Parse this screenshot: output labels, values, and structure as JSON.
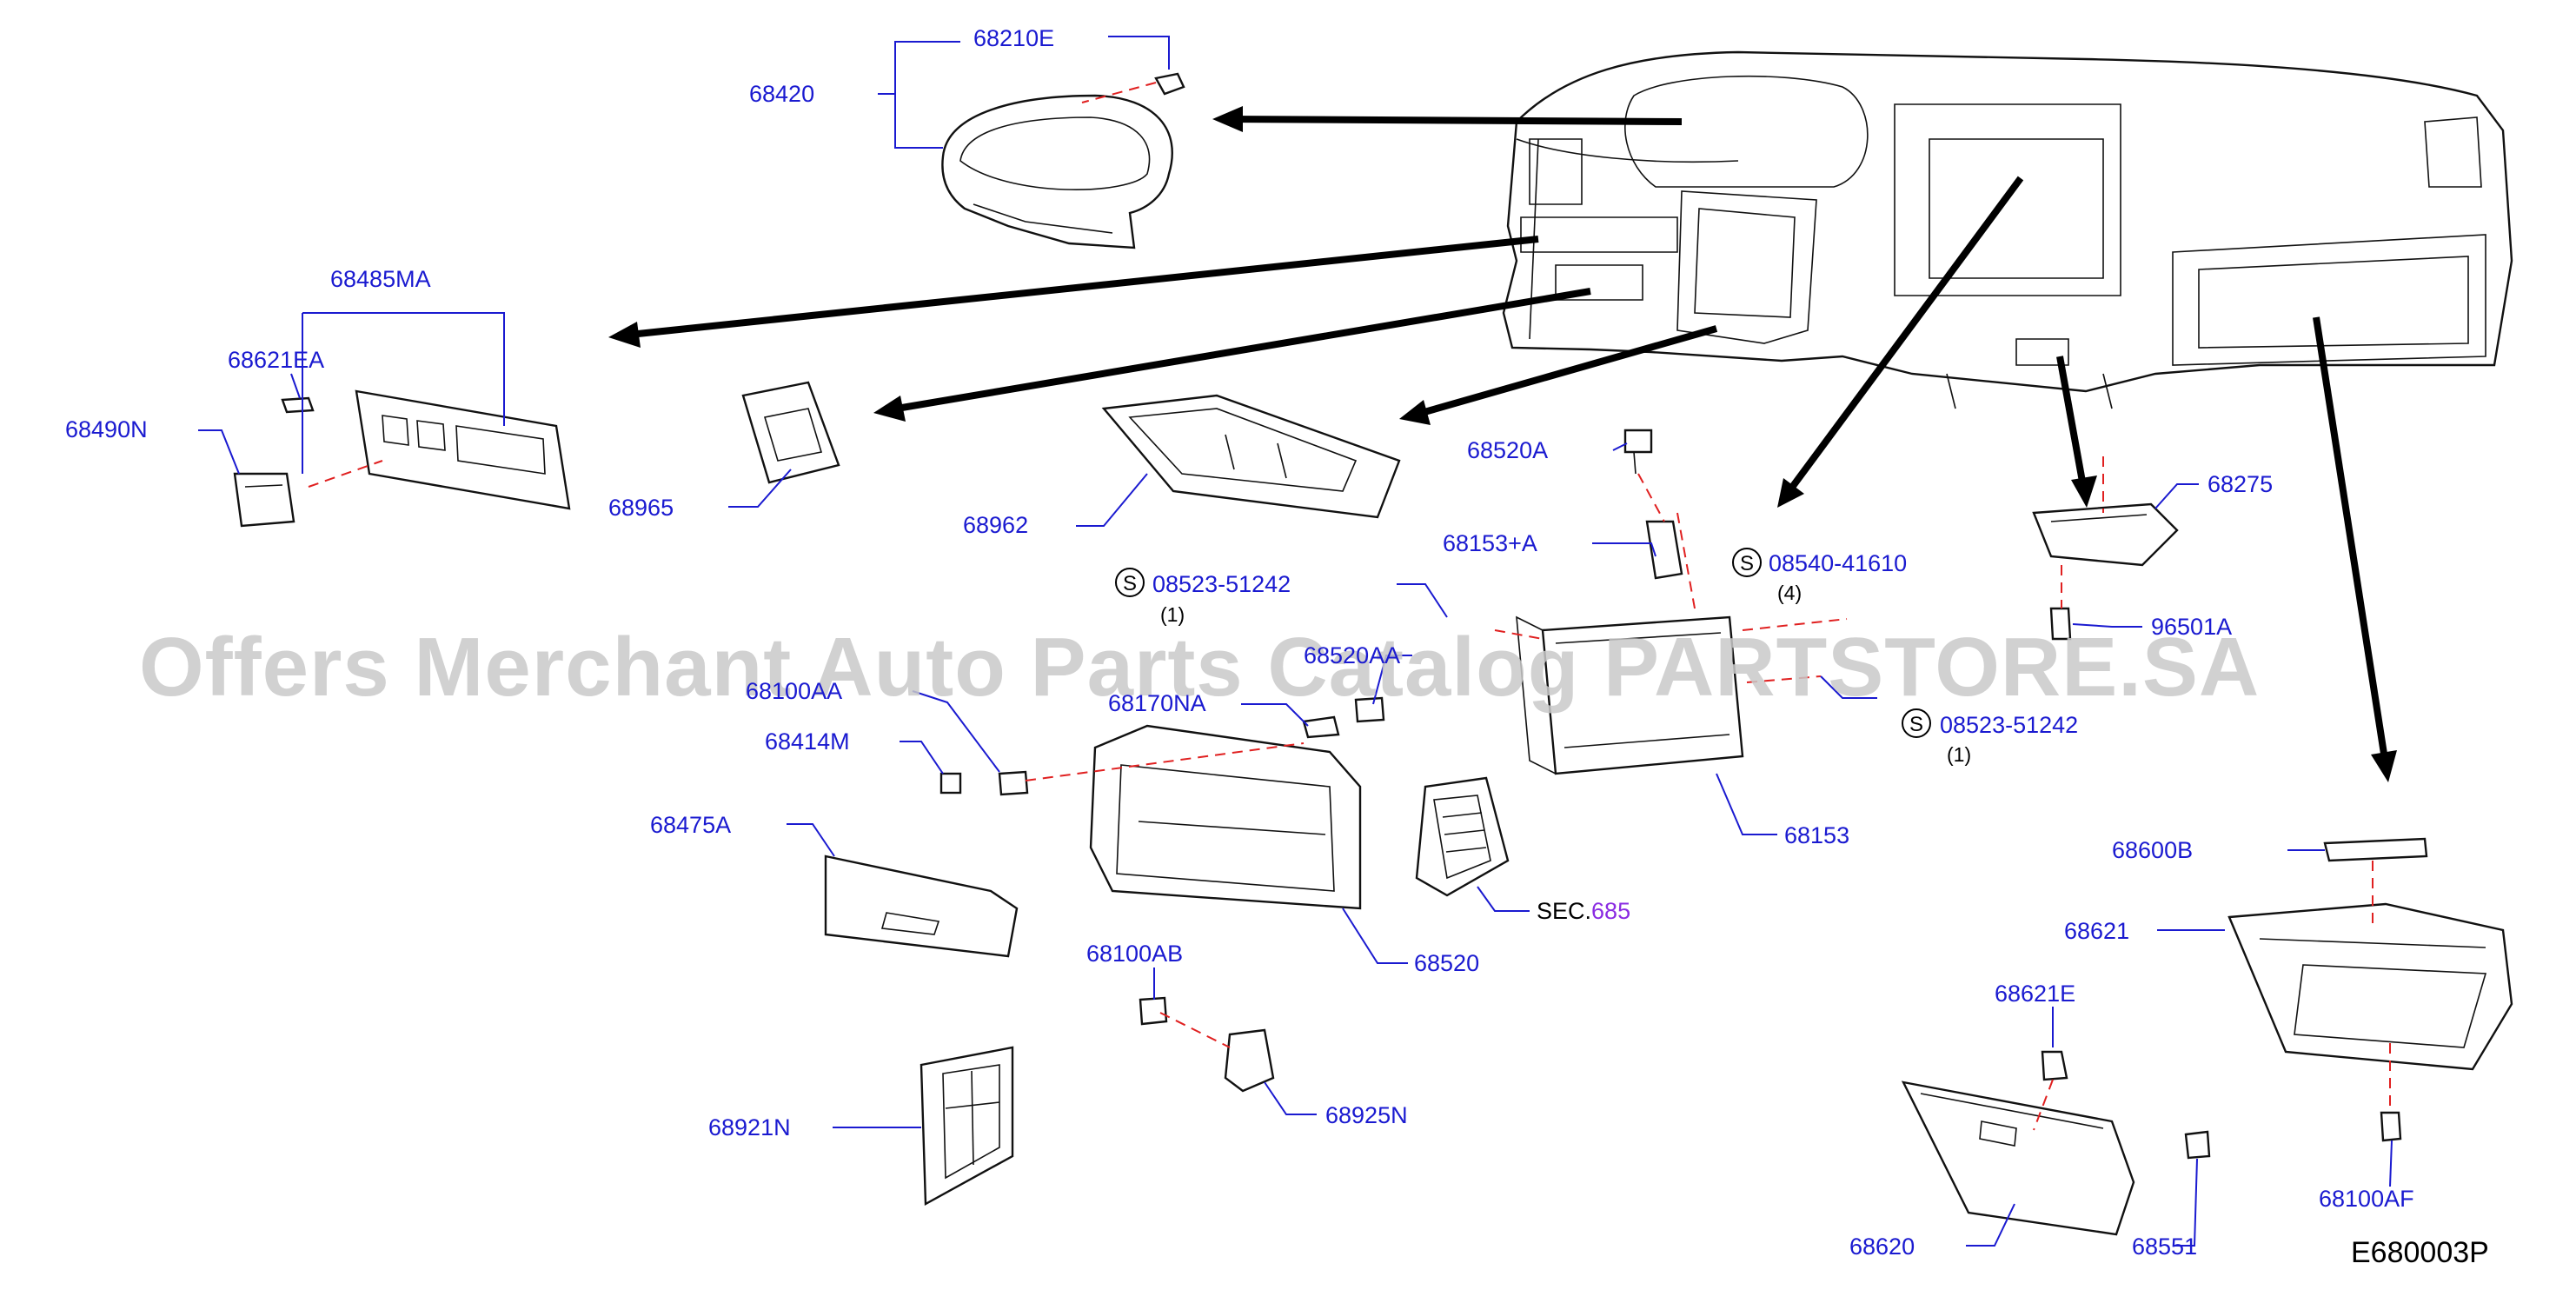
{
  "diagram_id": "E680003P",
  "watermark": "Offers Merchant Auto Parts Catalog PARTSTORE.SA",
  "section_ref": {
    "prefix": "SEC.",
    "number": "685"
  },
  "screw_symbol": "S",
  "labels": {
    "p68210E": "68210E",
    "p68420": "68420",
    "p68485MA": "68485MA",
    "p68621EA": "68621EA",
    "p68490N": "68490N",
    "p68965": "68965",
    "p68962": "68962",
    "p68520A": "68520A",
    "p68153A": "68153+A",
    "p08540": "08540-41610",
    "p08540_qty": "(4)",
    "p08523a": "08523-51242",
    "p08523a_qty": "(1)",
    "p08523b": "08523-51242",
    "p08523b_qty": "(1)",
    "p68275": "68275",
    "p96501A": "96501A",
    "p68520AA": "68520AA",
    "p68100AA": "68100AA",
    "p68170NA": "68170NA",
    "p68414M": "68414M",
    "p68475A": "68475A",
    "p68153": "68153",
    "p68520": "68520",
    "p68100AB": "68100AB",
    "p68925N": "68925N",
    "p68921N": "68921N",
    "p68600B": "68600B",
    "p68621": "68621",
    "p68621E": "68621E",
    "p68620": "68620",
    "p68551": "68551",
    "p68100AF": "68100AF"
  }
}
